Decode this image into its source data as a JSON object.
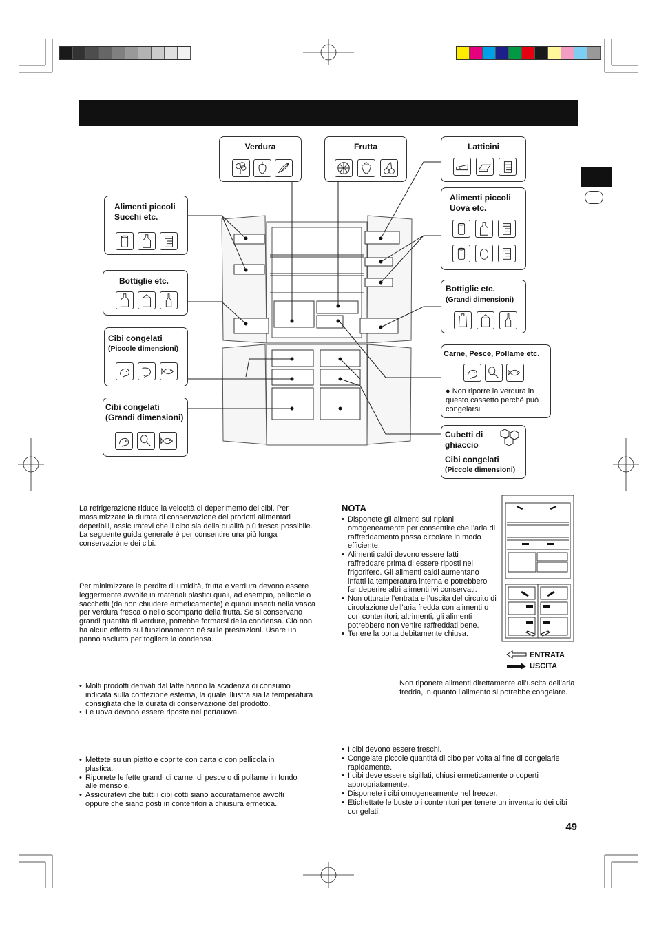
{
  "page": {
    "number": "49",
    "lang_tab": "I"
  },
  "diagram": {
    "labels": {
      "verdura": "Verdura",
      "frutta": "Frutta",
      "latticini": "Latticini",
      "alimenti_succhi": "Alimenti piccoli\nSucchi etc.",
      "alimenti_uova": "Alimenti piccoli\nUova etc.",
      "bottiglie_left": "Bottiglie etc.",
      "bottiglie_right": "Bottiglie etc.",
      "bottiglie_right_sub": "(Grandi dimensioni)",
      "cibi_piccoli": "Cibi congelati",
      "cibi_piccoli_sub": "(Piccole dimensioni)",
      "cibi_grandi": "Cibi congelati\n(Grandi dimensioni)",
      "carne": "Carne, Pesce, Pollame etc.",
      "carne_note": "● Non riporre la verdura in questo cassetto perché può congelarsi.",
      "cubetti": "Cubetti di\nghiaccio",
      "cibi_cubetti": "Cibi congelati",
      "cibi_cubetti_sub": "(Piccole dimensioni)"
    },
    "icons": [
      "broccoli-icon",
      "pepper-icon",
      "cucumber-icon",
      "citrus-icon",
      "strawberry-icon",
      "cherry-icon",
      "cheese-icon",
      "butter-icon",
      "carton-icon",
      "can-icon",
      "bottle-icon",
      "box-icon",
      "egg-icon",
      "chicken-icon",
      "shrimp-icon",
      "fish-icon",
      "ice-cube-icon"
    ]
  },
  "left": {
    "intro": "La refrigerazione riduce la velocità di deperimento dei cibi. Per massimizzare la durata di conservazione dei prodotti alimentari deperibili, assicuratevi che il cibo sia della qualità più fresca possibile. La seguente guida generale é per consentire una più lunga conservazione dei cibi.",
    "fruit": "Per minimizzare le perdite di umidità, frutta e verdura devono essere leggermente avvolte in materiali plastici quali, ad esempio, pellicole o sacchetti (da non chiudere ermeticamente) e quindi inseriti nella vasca per verdura fresca o nello scomparto della frutta. Se si conservano grandi quantità di verdure, potrebbe formarsi della condensa. Ciò non ha alcun effetto sul funzionamento né sulle prestazioni. Usare un panno asciutto per togliere la condensa.",
    "dairy": [
      "Molti prodotti derivati dal latte hanno la scadenza di consumo indicata sulla confezione esterna, la quale illustra sia la temperatura consigliata che la durata di conservazione del prodotto.",
      "Le uova devono essere riposte nel portauova."
    ],
    "meat": [
      "Mettete su un piatto e coprite con carta o con pellicola in plastica.",
      "Riponete le fette grandi di carne, di pesce o di pollame in fondo alle mensole.",
      "Assicuratevi che tutti i cibi cotti siano accuratamente avvolti oppure che siano posti in contenitori a chiusura ermetica."
    ]
  },
  "right": {
    "nota_title": "NOTA",
    "nota": [
      "Disponete gli alimenti sui ripiani omogeneamente per consentire che l’aria di raffreddamento possa circolare in modo efficiente.",
      "Alimenti caldi devono essere fatti raffreddare prima di essere riposti nel frigorifero. Gli alimenti caldi aumentano infatti la temperatura interna e potrebbero far deperire altri alimenti ivi conservati.",
      "Non otturate l’entrata e l’uscita del circuito di circolazione dell’aria fredda con alimenti o con contenitori; altrimenti, gli alimenti potrebbero non venire raffreddati bene.",
      "Tenere la porta debitamente chiusa."
    ],
    "legend_in": "ENTRATA",
    "legend_out": "USCITA",
    "outlet_note": "Non riponete alimenti direttamente all’uscita dell’aria fredda, in quanto l’alimento si potrebbe congelare.",
    "freezer": [
      "I cibi devono essere freschi.",
      "Congelate piccole quantitá di cibo per volta al fine di congelarle rapidamente.",
      "I cibi deve essere sigillati, chiusi ermeticamente o coperti appropriatamente.",
      "Disponete i cibi omogeneamente nel freezer.",
      "Etichettate le buste o i contenitori per tenere un inventario dei cibi congelati."
    ]
  },
  "print_marks": {
    "gray_swatches": [
      "#1a1a1a",
      "#333333",
      "#4d4d4d",
      "#666666",
      "#808080",
      "#999999",
      "#b3b3b3",
      "#cccccc",
      "#e0e0e0",
      "#f2f2f2"
    ],
    "color_swatches": [
      "#ffec00",
      "#e6007e",
      "#00a0e9",
      "#1d2088",
      "#009944",
      "#e60012",
      "#1a1a1a",
      "#fff799",
      "#f19ec2",
      "#7ecef4",
      "#999999"
    ]
  }
}
